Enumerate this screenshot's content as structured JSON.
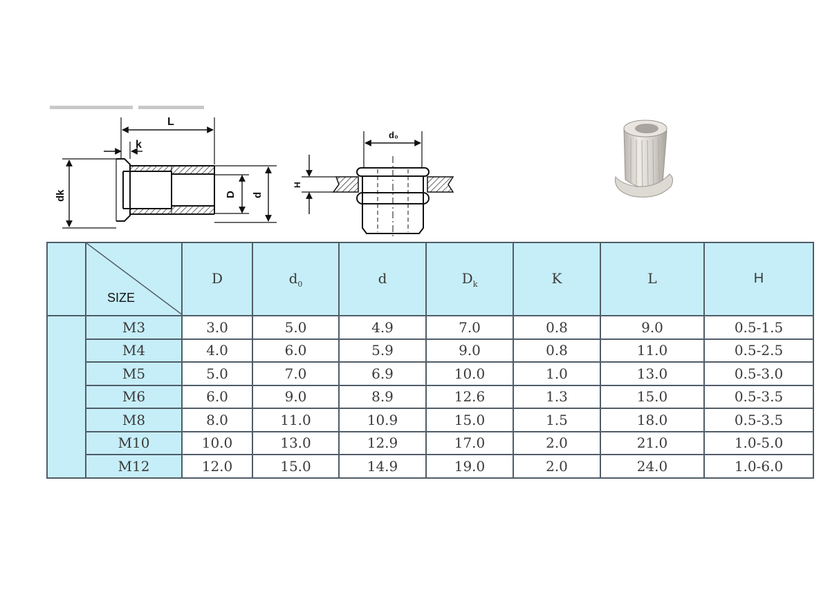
{
  "drawing_left": {
    "dim_L": "L",
    "dim_k": "k",
    "dim_dk": "dk",
    "dim_D": "D",
    "dim_d": "d"
  },
  "drawing_middle": {
    "dim_d0": "d₀",
    "dim_H": "H"
  },
  "table": {
    "corner_label": "SIZE",
    "headers": [
      {
        "main": "D",
        "sub": ""
      },
      {
        "main": "d",
        "sub": "0"
      },
      {
        "main": "d",
        "sub": ""
      },
      {
        "main": "D",
        "sub": "k"
      },
      {
        "main": "K",
        "sub": ""
      },
      {
        "main": "L",
        "sub": ""
      },
      {
        "main": "H",
        "sub": ""
      }
    ],
    "rows": [
      {
        "size": "M3",
        "values": [
          "3.0",
          "5.0",
          "4.9",
          "7.0",
          "0.8",
          "9.0",
          "0.5-1.5"
        ]
      },
      {
        "size": "M4",
        "values": [
          "4.0",
          "6.0",
          "5.9",
          "9.0",
          "0.8",
          "11.0",
          "0.5-2.5"
        ]
      },
      {
        "size": "M5",
        "values": [
          "5.0",
          "7.0",
          "6.9",
          "10.0",
          "1.0",
          "13.0",
          "0.5-3.0"
        ]
      },
      {
        "size": "M6",
        "values": [
          "6.0",
          "9.0",
          "8.9",
          "12.6",
          "1.3",
          "15.0",
          "0.5-3.5"
        ]
      },
      {
        "size": "M8",
        "values": [
          "8.0",
          "11.0",
          "10.9",
          "15.0",
          "1.5",
          "18.0",
          "0.5-3.5"
        ]
      },
      {
        "size": "M10",
        "values": [
          "10.0",
          "13.0",
          "12.9",
          "17.0",
          "2.0",
          "21.0",
          "1.0-5.0"
        ]
      },
      {
        "size": "M12",
        "values": [
          "12.0",
          "15.0",
          "14.9",
          "19.0",
          "2.0",
          "24.0",
          "1.0-6.0"
        ]
      }
    ]
  }
}
